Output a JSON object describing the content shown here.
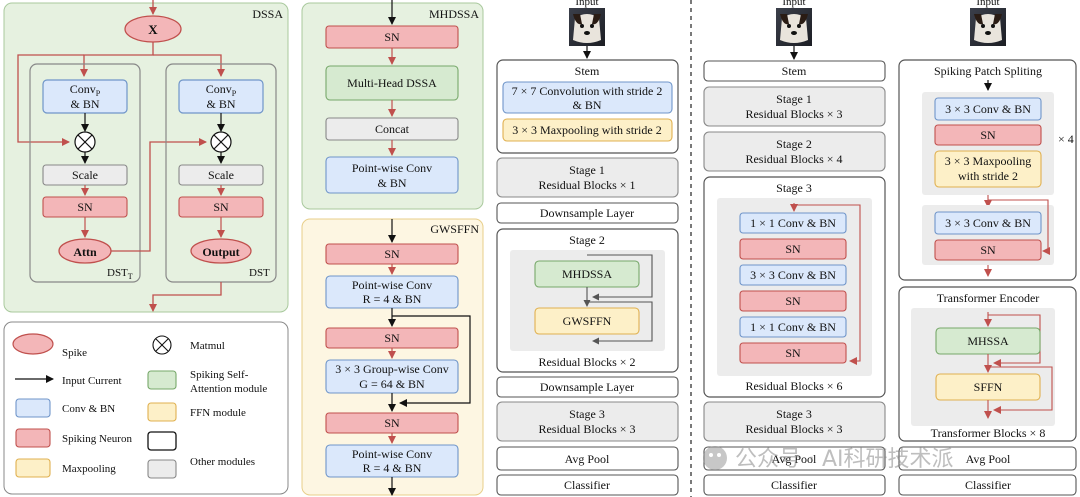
{
  "colors": {
    "spike": "#f3b6b8",
    "spike_stroke": "#c0504d",
    "conv": "#dbe8fb",
    "conv_stroke": "#6f95c9",
    "neuron": "#f3b6b8",
    "neuron_stroke": "#c0504d",
    "attn_module": "#d6ead0",
    "attn_stroke": "#77a86a",
    "ffn": "#fdf0c8",
    "ffn_stroke": "#e0b050",
    "other": "#ececec",
    "other_stroke": "#888888",
    "arrow_red": "#c0504d",
    "green_panel": "#e6f1e0",
    "yellow_panel": "#fdf6e2"
  },
  "dssa": {
    "title": "DSSA",
    "x_label": "X",
    "dst_t": {
      "conv": "Conv",
      "conv_sub": "P",
      "conv_line2": "& BN",
      "scale": "Scale",
      "sn": "SN",
      "attn": "Attn",
      "label": "DST",
      "label_sub": "T"
    },
    "dst": {
      "conv": "Conv",
      "conv_sub": "P",
      "conv_line2": "& BN",
      "scale": "Scale",
      "sn": "SN",
      "output": "Output",
      "label": "DST"
    }
  },
  "legend": {
    "spike": "Spike",
    "matmul": "Matmul",
    "input_current": "Input Current",
    "spiking_self_attention_1": "Spiking Self-",
    "spiking_self_attention_2": "Attention module",
    "conv_bn": "Conv & BN",
    "ffn_module": "FFN module",
    "spiking_neuron": "Spiking Neuron",
    "maxpooling": "Maxpooling",
    "other_modules": "Other modules"
  },
  "mhdssa": {
    "title": "MHDSSA",
    "sn": "SN",
    "multihead": "Multi-Head DSSA",
    "concat": "Concat",
    "pw_1": "Point-wise Conv",
    "pw_2": "& BN"
  },
  "gwsffn": {
    "title": "GWSFFN",
    "sn1": "SN",
    "pw1_1": "Point-wise Conv",
    "pw1_2": "R = 4 & BN",
    "sn2": "SN",
    "gw_1": "3 × 3 Group-wise Conv",
    "gw_2": "G = 64 & BN",
    "sn3": "SN",
    "pw2_1": "Point-wise Conv",
    "pw2_2": "R = 4 & BN"
  },
  "col1": {
    "input": "Input",
    "stem": "Stem",
    "conv7_1": "7 × 7 Convolution with stride 2",
    "conv7_2": "& BN",
    "maxpool": "3 × 3 Maxpooling with stride 2",
    "stage1_1": "Stage 1",
    "stage1_2": "Residual Blocks × 1",
    "down1": "Downsample Layer",
    "stage2": "Stage 2",
    "mhdssa": "MHDSSA",
    "gwsffn": "GWSFFN",
    "stage2_rb": "Residual Blocks × 2",
    "down2": "Downsample Layer",
    "stage3_1": "Stage 3",
    "stage3_2": "Residual Blocks × 3",
    "avgpool": "Avg Pool",
    "classifier": "Classifier"
  },
  "col2": {
    "input": "Input",
    "stem": "Stem",
    "stage1_1": "Stage 1",
    "stage1_2": "Residual Blocks × 3",
    "stage2_1": "Stage 2",
    "stage2_2": "Residual Blocks × 4",
    "stage3": "Stage 3",
    "c1": "1 × 1 Conv & BN",
    "sn1": "SN",
    "c3": "3 × 3 Conv & BN",
    "sn2": "SN",
    "c1b": "1 × 1 Conv & BN",
    "sn3": "SN",
    "stage3_rb": "Residual Blocks × 6",
    "stage3b_1": "Stage 3",
    "stage3b_2": "Residual Blocks × 3",
    "avgpool": "Avg Pool",
    "classifier": "Classifier"
  },
  "col3": {
    "input": "Input",
    "sps": "Spiking Patch Spliting",
    "c1": "3 × 3 Conv & BN",
    "sn1": "SN",
    "mp_1": "3 × 3 Maxpooling",
    "mp_2": "with stride 2",
    "times4": "× 4",
    "c2": "3 × 3 Conv & BN",
    "sn2": "SN",
    "te": "Transformer Encoder",
    "mhssa": "MHSSA",
    "sffn": "SFFN",
    "te_blocks": "Transformer Blocks × 8",
    "avgpool": "Avg Pool",
    "classifier": "Classifier"
  },
  "watermark": "公众号 · AI科研技术派"
}
